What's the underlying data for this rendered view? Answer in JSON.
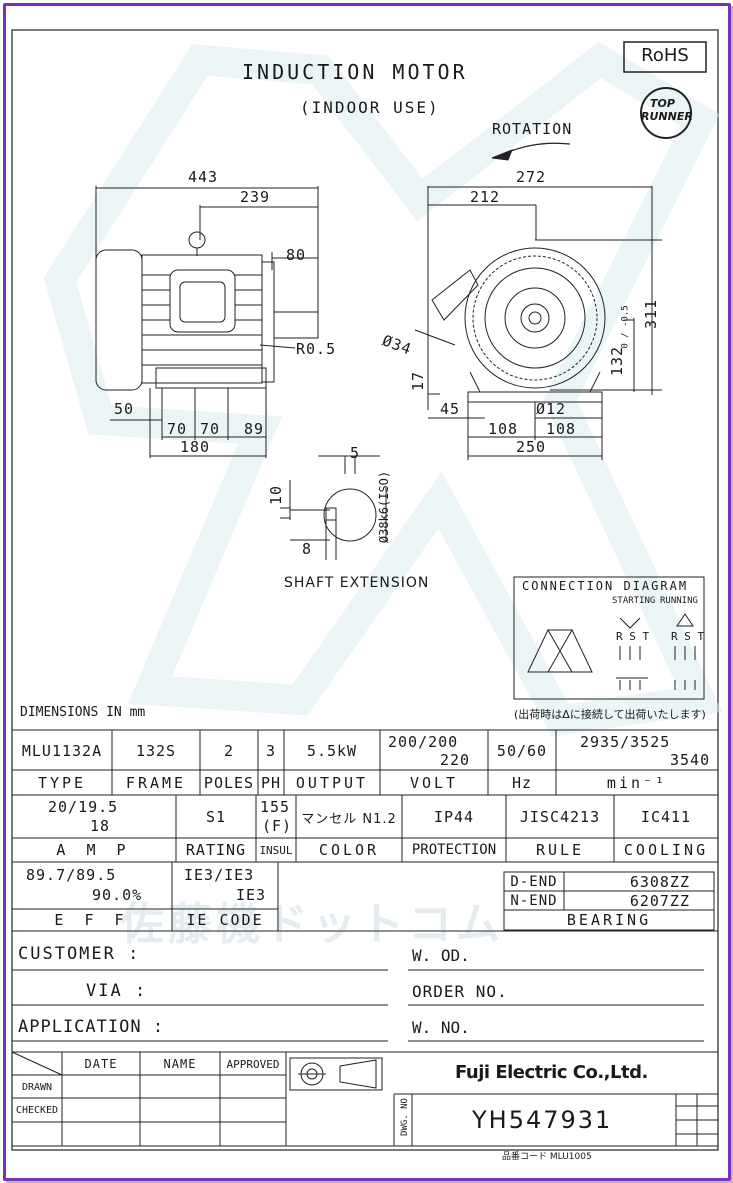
{
  "header": {
    "title": "INDUCTION MOTOR",
    "subtitle": "(INDOOR USE)",
    "rohs": "RoHS",
    "top_runner_1": "TOP",
    "top_runner_2": "RUNNER",
    "rotation": "ROTATION"
  },
  "dims": {
    "d443": "443",
    "d239": "239",
    "d80": "80",
    "r05": "R0.5",
    "d50": "50",
    "d70a": "70",
    "d70b": "70",
    "d89": "89",
    "d180": "180",
    "d272": "272",
    "d212": "212",
    "d34": "Ø34",
    "d311": "311",
    "d132": "132",
    "d132_tol": "0 / -0.5",
    "d17": "17",
    "d45": "45",
    "d12": "Ø12",
    "d108a": "108",
    "d108b": "108",
    "d250": "250",
    "d5": "5",
    "d10": "10",
    "d8": "8",
    "d38": "Ø38k6(ISO)",
    "shaft_ext": "SHAFT EXTENSION",
    "units": "DIMENSIONS IN mm"
  },
  "connection": {
    "title": "CONNECTION DIAGRAM",
    "starting": "STARTING",
    "running": "RUNNING",
    "rst1": "R S T",
    "rst2": "R S T",
    "note": "(出荷時はΔに接続して出荷いたします)"
  },
  "spec_row1": {
    "type": "MLU1132A",
    "frame": "132S",
    "poles": "2",
    "ph": "3",
    "output": "5.5kW",
    "volt_1": "200/200",
    "volt_2": "220",
    "hz": "50/60",
    "min_1": "2935/3525",
    "min_2": "3540"
  },
  "spec_labels1": {
    "type": "TYPE",
    "frame": "FRAME",
    "poles": "POLES",
    "ph": "PH",
    "output": "OUTPUT",
    "volt": "VOLT",
    "hz": "Hz",
    "min": "min⁻¹"
  },
  "spec_row2": {
    "amp_1": "20/19.5",
    "amp_2": "18",
    "rating": "S1",
    "insul_1": "155",
    "insul_2": "(F)",
    "color": "マンセル N1.2",
    "protection": "IP44",
    "rule": "JISC4213",
    "cooling": "IC411"
  },
  "spec_labels2": {
    "amp": "A M P",
    "rating": "RATING",
    "insul": "INSUL",
    "color": "COLOR",
    "protection": "PROTECTION",
    "rule": "RULE",
    "cooling": "COOLING"
  },
  "spec_row3": {
    "eff_1": "89.7/89.5",
    "eff_2": "90.0%",
    "ie_1": "IE3/IE3",
    "ie_2": "IE3",
    "eff_label": "E F F",
    "ie_label": "IE CODE",
    "dend_label": "D-END",
    "dend_val": "6308ZZ",
    "nend_label": "N-END",
    "nend_val": "6207ZZ",
    "bearing": "BEARING"
  },
  "customer": {
    "customer": "CUSTOMER :",
    "via": "VIA :",
    "application": "APPLICATION :",
    "wod": "W. OD.",
    "order": "ORDER NO.",
    "wno": "W. NO."
  },
  "titleblock": {
    "date": "DATE",
    "name": "NAME",
    "approved": "APPROVED",
    "drawn": "DRAWN",
    "checked": "CHECKED",
    "company": "Fuji Electric Co.,Ltd.",
    "dwg_no_label": "DWG. NO",
    "dwg_no": "YH547931",
    "code": "品番コード MLU1005"
  },
  "watermark": "佐藤機ドットコム"
}
